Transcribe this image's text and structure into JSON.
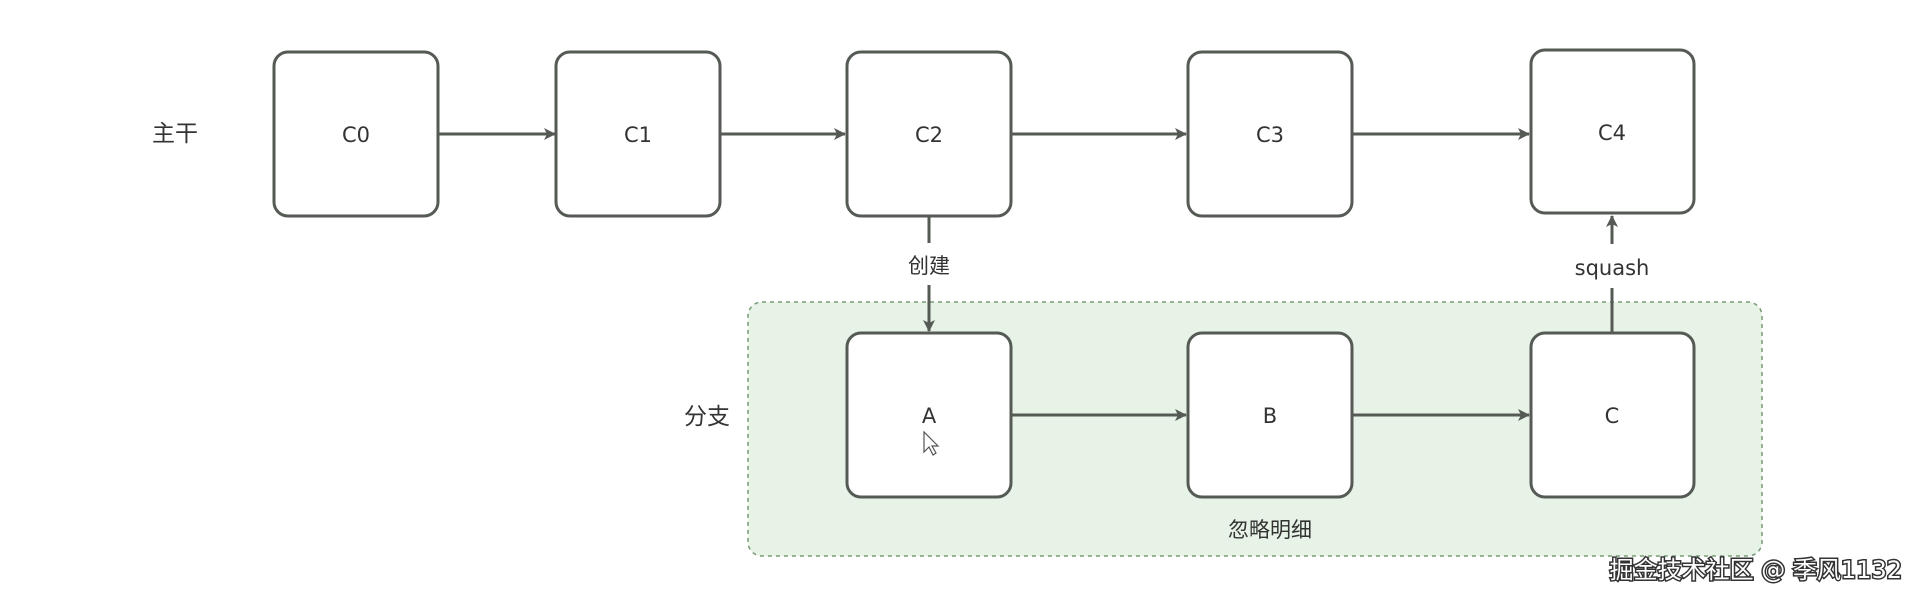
{
  "lanes": {
    "main": "主干",
    "branch": "分支"
  },
  "nodes": {
    "c0": "C0",
    "c1": "C1",
    "c2": "C2",
    "c3": "C3",
    "c4": "C4",
    "a": "A",
    "b": "B",
    "c": "C"
  },
  "edges": {
    "create": "创建",
    "squash": "squash"
  },
  "group": {
    "label": "忽略明细"
  },
  "watermark": "掘金技术社区 @ 季风1132",
  "colors": {
    "stroke": "#555a55",
    "group_fill": "#e6f3e6",
    "group_border": "#7a9a7a",
    "text": "#333333"
  }
}
